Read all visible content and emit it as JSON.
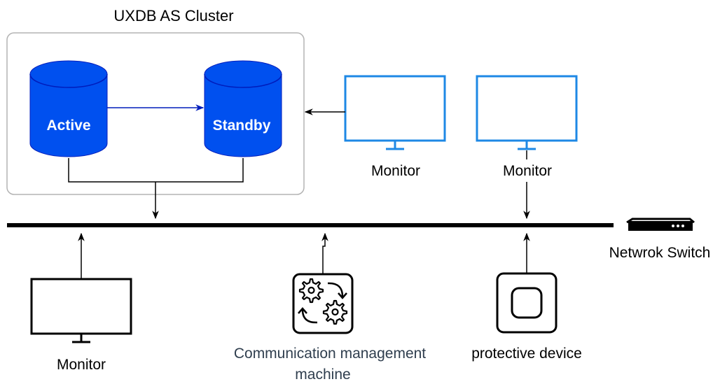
{
  "cluster": {
    "title": "UXDB AS Cluster",
    "active_label": "Active",
    "standby_label": "Standby"
  },
  "monitors": {
    "top_left_label": "Monitor",
    "top_right_label": "Monitor",
    "bottom_label": "Monitor"
  },
  "switch": {
    "label": "Netwrok Switch"
  },
  "comm_machine": {
    "label_line1": "Communication management",
    "label_line2": "machine"
  },
  "protective": {
    "label": "protective device"
  },
  "colors": {
    "db_fill": "#0050EF",
    "db_stroke": "#001DBC",
    "monitor_blue": "#1E88E5",
    "line": "#000000",
    "cluster_border": "#B3B3B3",
    "comm_label_color": "#2F3E4E"
  }
}
